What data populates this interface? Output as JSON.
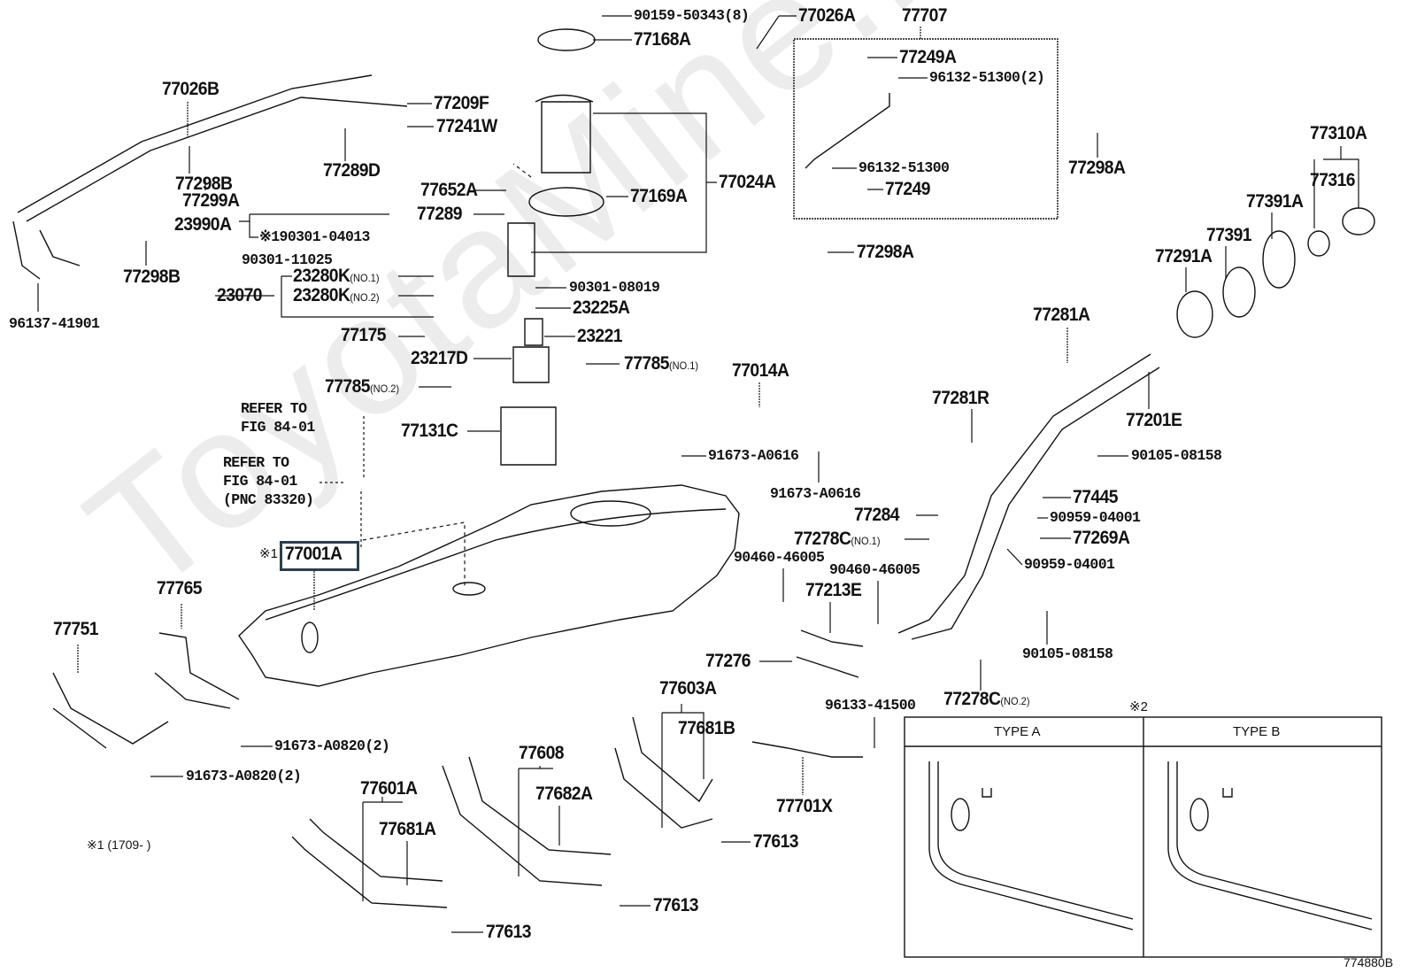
{
  "watermark": "ToyotaMine.ru",
  "figure_code": "774880B",
  "labels": [
    "90159-50343(8)",
    "77026A",
    "77707",
    "77168A",
    "77026B",
    "77249A",
    "96132-51300(2)",
    "77209F",
    "77241W",
    "77299A",
    "77298B",
    "77289D",
    "77298A",
    "77310A",
    "96132-51300",
    "77249",
    "77652A",
    "77169A",
    "77024A",
    "77316",
    "23990A",
    "77289",
    "※190301-04013",
    "77391A",
    "77391",
    "77291A",
    "77298A",
    "77298B",
    "90301-11025",
    "23280K",
    "23070",
    "23280K",
    "90301-08019",
    "96137-41901",
    "23225A",
    "77281A",
    "77175",
    "23221",
    "23217D",
    "77785",
    "77014A",
    "77785",
    "77281R",
    "77201E",
    "77131C",
    "90105-08158",
    "91673-A0616",
    "91673-A0616",
    "77445",
    "77284",
    "90959-04001",
    "77278C",
    "77269A",
    "77001A",
    "90460-46005",
    "90959-04001",
    "90460-46005",
    "77765",
    "77213E",
    "77751",
    "90105-08158",
    "77276",
    "77603A",
    "77278C",
    "96133-41500",
    "77681B",
    "91673-A0820(2)",
    "77608",
    "91673-A0820(2)",
    "77682A",
    "77601A",
    "77701X",
    "77681A",
    "77613",
    "77613",
    "77613"
  ],
  "qualifiers": {
    "no1": "(NO.1)",
    "no2": "(NO.2)"
  },
  "notes": {
    "refer1_line1": "REFER TO",
    "refer1_line2": "FIG 84-01",
    "refer2_line1": "REFER TO",
    "refer2_line2": "FIG 84-01",
    "refer2_line3": "(PNC 83320)",
    "mark1": "※1",
    "mark1_text": "※1 (1709-      )",
    "mark2": "※2"
  },
  "type_table": {
    "col_a": "TYPE A",
    "col_b": "TYPE B"
  },
  "colors": {
    "line": "#111111",
    "highlight_box": "#2d3f4c",
    "watermark": "#ececec"
  }
}
